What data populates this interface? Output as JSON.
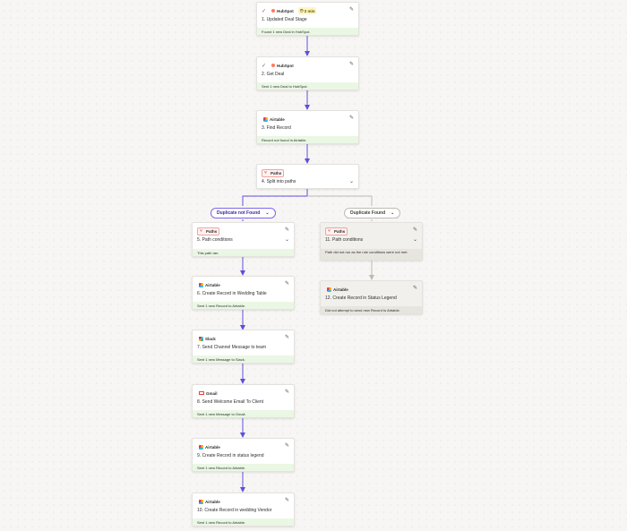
{
  "steps": [
    {
      "number": "1.",
      "title": "Updated Deal Stage",
      "app": "HubSpot",
      "time": "2 min",
      "status": "Found 1 new Deal in HubSpot."
    },
    {
      "number": "2.",
      "title": "Get Deal",
      "app": "HubSpot",
      "status": "Sent 1 new Deal to HubSpot."
    },
    {
      "number": "3.",
      "title": "Find Record",
      "app": "Airtable",
      "status": "Record not found in Airtable."
    },
    {
      "number": "4.",
      "title": "Split into paths",
      "app": "Paths"
    },
    {
      "number": "5.",
      "title": "Path conditions",
      "app": "Paths",
      "status": "This path ran."
    },
    {
      "number": "6.",
      "title": "Create Record in Wedding Table",
      "app": "Airtable",
      "status": "Sent 1 new Record to Airtable."
    },
    {
      "number": "7.",
      "title": "Send Channel Message to team",
      "app": "Slack",
      "status": "Sent 1 new Message to Slack."
    },
    {
      "number": "8.",
      "title": "Send Welcome Email To Client",
      "app": "Gmail",
      "status": "Sent 1 new Message to Gmail."
    },
    {
      "number": "9.",
      "title": "Create Record in status legend",
      "app": "Airtable",
      "status": "Sent 1 new Record to Airtable."
    },
    {
      "number": "10.",
      "title": "Create Record in wedding Vendor",
      "app": "Airtable",
      "status": "Sent 1 new Record to Airtable."
    },
    {
      "number": "11.",
      "title": "Path conditions",
      "app": "Paths",
      "status": "Path did not run as the rule conditions were not met."
    },
    {
      "number": "12.",
      "title": "Create Record in Status Legend",
      "app": "Airtable",
      "status": "Did not attempt to send new Record to Airtable."
    }
  ],
  "branches": {
    "left": "Duplicate not Found",
    "right": "Duplicate Found"
  },
  "colors": {
    "active_connector": "#5b4fe0",
    "inactive_connector": "#bdb9b3",
    "success_status": "#eaf7e4",
    "skipped_status": "#e8e5df",
    "time_badge": "#fff6bf"
  }
}
